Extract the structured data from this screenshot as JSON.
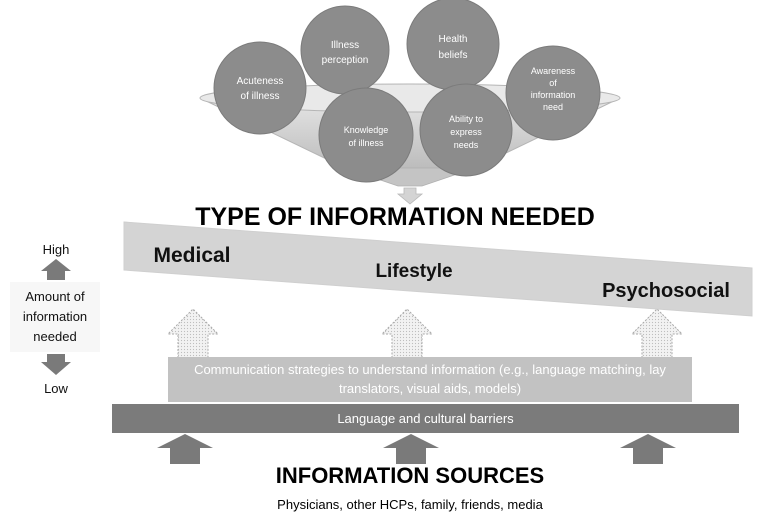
{
  "funnel_factors": [
    {
      "lines": [
        "Acuteness",
        "of illness"
      ]
    },
    {
      "lines": [
        "Illness",
        "perception"
      ]
    },
    {
      "lines": [
        "Health",
        "beliefs"
      ]
    },
    {
      "lines": [
        "Awareness",
        "of",
        "information",
        "need"
      ]
    },
    {
      "lines": [
        "Knowledge",
        "of illness"
      ]
    },
    {
      "lines": [
        "Ability to",
        "express",
        "needs"
      ]
    }
  ],
  "info_type_title": "TYPE OF INFORMATION NEEDED",
  "info_types": [
    "Medical",
    "Lifestyle",
    "Psychosocial"
  ],
  "amount_scale": {
    "high": "High",
    "label": "Amount of information needed",
    "low": "Low"
  },
  "communication_strategies": "Communication strategies to understand information (e.g., language matching, lay translators, visual aids, models)",
  "barriers": "Language and cultural barriers",
  "sources_title": "INFORMATION SOURCES",
  "sources_list": "Physicians, other HCPs, family, friends, media",
  "colors": {
    "circle": "#8c8c8c",
    "funnel": "#d2d2d2",
    "banner": "#d4d4d4",
    "strategies_box": "#c2c2c2",
    "barrier_bar": "#7b7b7b",
    "arrow_dark": "#7a7a7a"
  }
}
